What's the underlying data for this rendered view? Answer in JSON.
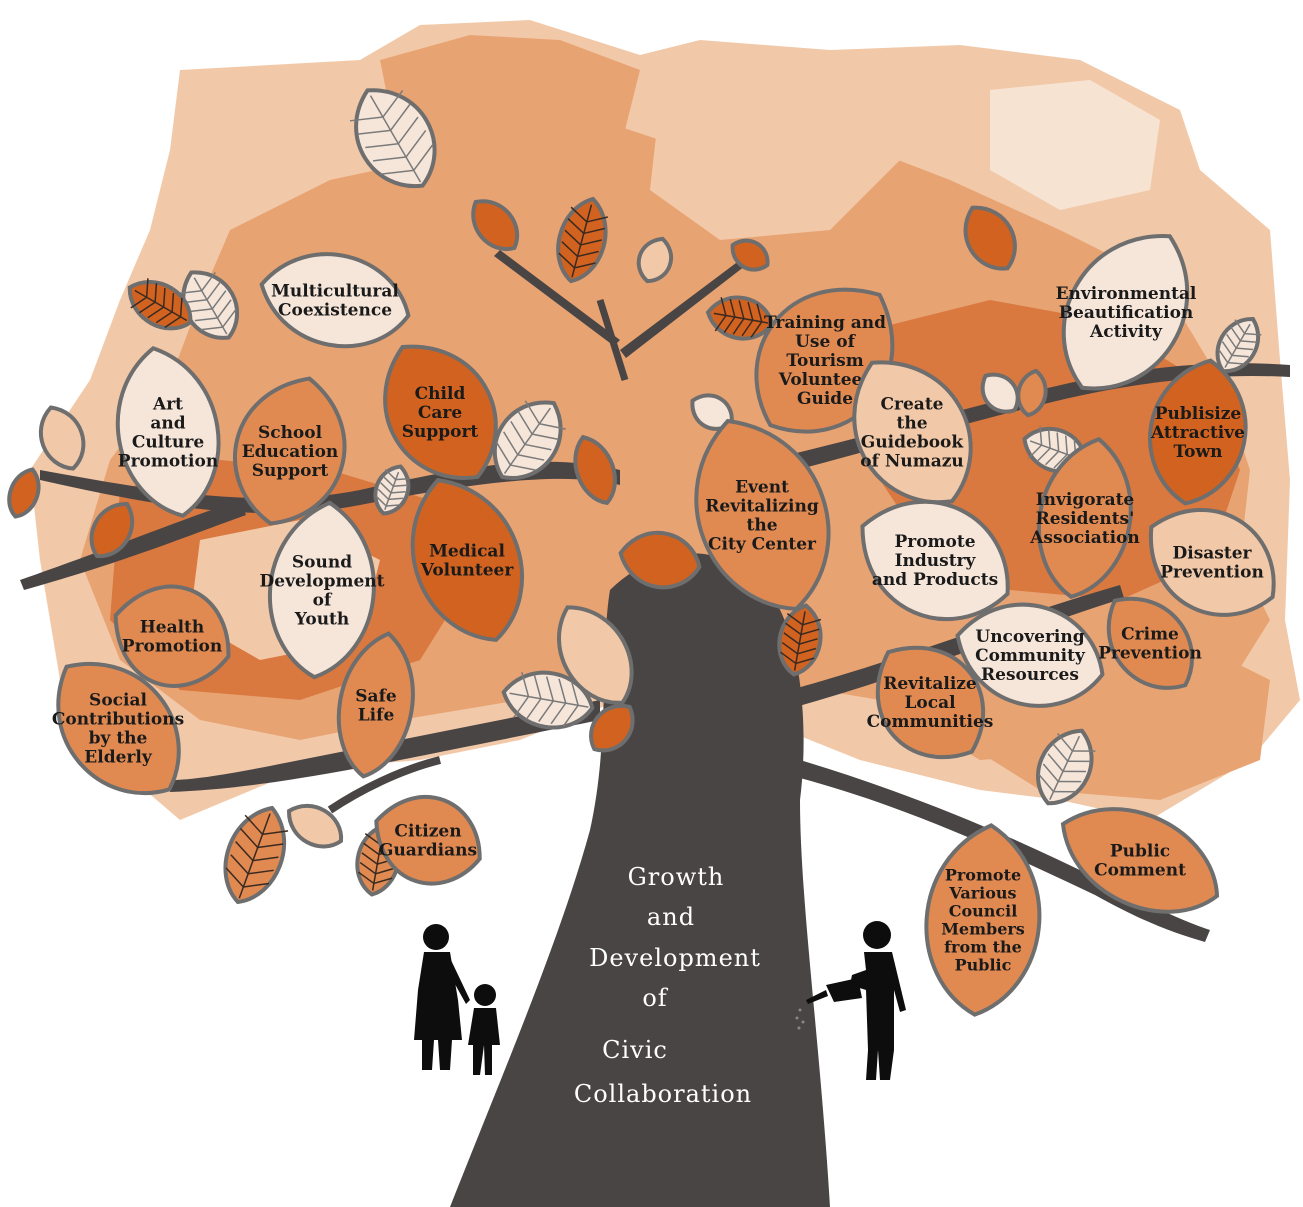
{
  "colors": {
    "canopy_light": "#f2c9a8",
    "canopy_mid": "#e8a373",
    "canopy_dark": "#d9783f",
    "leaf_orange": "#d2621f",
    "leaf_mid": "#e08a52",
    "leaf_pale": "#f6e6da",
    "leaf_outline": "#6e6e6e",
    "trunk": "#4a4545",
    "trunk_text": "#ffffff",
    "silhouette": "#0d0d0d"
  },
  "trunk_label": {
    "lines": [
      "Growth",
      "and",
      "Development",
      "of",
      "Civic",
      "Collaboration"
    ]
  },
  "leaves": [
    {
      "id": "multicultural",
      "lines": [
        "Multicultural",
        "Coexistence"
      ],
      "fill": "leaf_pale"
    },
    {
      "id": "art-culture",
      "lines": [
        "Art",
        "and",
        "Culture",
        "Promotion"
      ],
      "fill": "leaf_pale"
    },
    {
      "id": "school-education",
      "lines": [
        "School",
        "Education",
        "Support"
      ],
      "fill": "leaf_mid"
    },
    {
      "id": "child-care",
      "lines": [
        "Child",
        "Care",
        "Support"
      ],
      "fill": "leaf_orange"
    },
    {
      "id": "sound-development",
      "lines": [
        "Sound",
        "Development",
        "of",
        "Youth"
      ],
      "fill": "leaf_pale"
    },
    {
      "id": "medical-volunteer",
      "lines": [
        "Medical",
        "Volunteer"
      ],
      "fill": "leaf_orange"
    },
    {
      "id": "health-promotion",
      "lines": [
        "Health",
        "Promotion"
      ],
      "fill": "leaf_mid"
    },
    {
      "id": "social-contributions",
      "lines": [
        "Social",
        "Contributions",
        "by the",
        "Elderly"
      ],
      "fill": "leaf_mid"
    },
    {
      "id": "safe-life",
      "lines": [
        "Safe",
        "Life"
      ],
      "fill": "leaf_mid"
    },
    {
      "id": "citizen-guardians",
      "lines": [
        "Citizen",
        "Guardians"
      ],
      "fill": "leaf_mid"
    },
    {
      "id": "event-revitalizing",
      "lines": [
        "Event",
        "Revitalizing",
        "the",
        "City Center"
      ],
      "fill": "leaf_mid"
    },
    {
      "id": "training-tourism",
      "lines": [
        "Training and",
        "Use of",
        "Tourism",
        "Volunteer",
        "Guide"
      ],
      "fill": "leaf_mid"
    },
    {
      "id": "environmental",
      "lines": [
        "Environmental",
        "Beautification",
        "Activity"
      ],
      "fill": "leaf_pale"
    },
    {
      "id": "create-guidebook",
      "lines": [
        "Create",
        "the",
        "Guidebook",
        "of Numazu"
      ],
      "fill": "leaf_light"
    },
    {
      "id": "publisize-town",
      "lines": [
        "Publisize",
        "Attractive",
        "Town"
      ],
      "fill": "leaf_orange"
    },
    {
      "id": "invigorate-residents",
      "lines": [
        "Invigorate",
        "Residents'",
        "Association"
      ],
      "fill": "leaf_mid"
    },
    {
      "id": "promote-industry",
      "lines": [
        "Promote",
        "Industry",
        "and Products"
      ],
      "fill": "leaf_pale"
    },
    {
      "id": "disaster-prevention",
      "lines": [
        "Disaster",
        "Prevention"
      ],
      "fill": "leaf_light"
    },
    {
      "id": "uncovering-resources",
      "lines": [
        "Uncovering",
        "Community",
        "Resources"
      ],
      "fill": "leaf_pale"
    },
    {
      "id": "crime-prevention",
      "lines": [
        "Crime",
        "Prevention"
      ],
      "fill": "leaf_mid"
    },
    {
      "id": "revitalize-local",
      "lines": [
        "Revitalize",
        "Local",
        "Communities"
      ],
      "fill": "leaf_mid"
    },
    {
      "id": "public-comment",
      "lines": [
        "Public",
        "Comment"
      ],
      "fill": "leaf_mid"
    },
    {
      "id": "promote-council",
      "lines": [
        "Promote",
        "Various",
        "Council",
        "Members",
        "from the",
        "Public"
      ],
      "fill": "leaf_mid"
    }
  ]
}
